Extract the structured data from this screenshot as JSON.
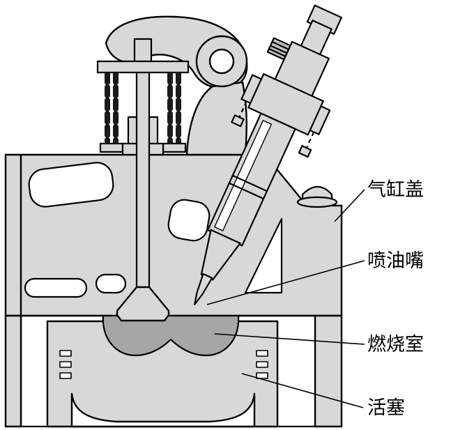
{
  "figure": {
    "type": "engine-cylinder-head-cross-section",
    "background": "#ffffff",
    "colors": {
      "outline": "#000000",
      "casting_fill": "#d8d8d8",
      "chamber_fill": "#a6a6a6",
      "highlight": "#ffffff"
    },
    "labels": [
      {
        "id": "cylinder-head",
        "text": "气缸盖"
      },
      {
        "id": "injector-nozzle",
        "text": "喷油嘴"
      },
      {
        "id": "combustion-chamber",
        "text": "燃烧室"
      },
      {
        "id": "piston",
        "text": "活塞"
      }
    ]
  }
}
